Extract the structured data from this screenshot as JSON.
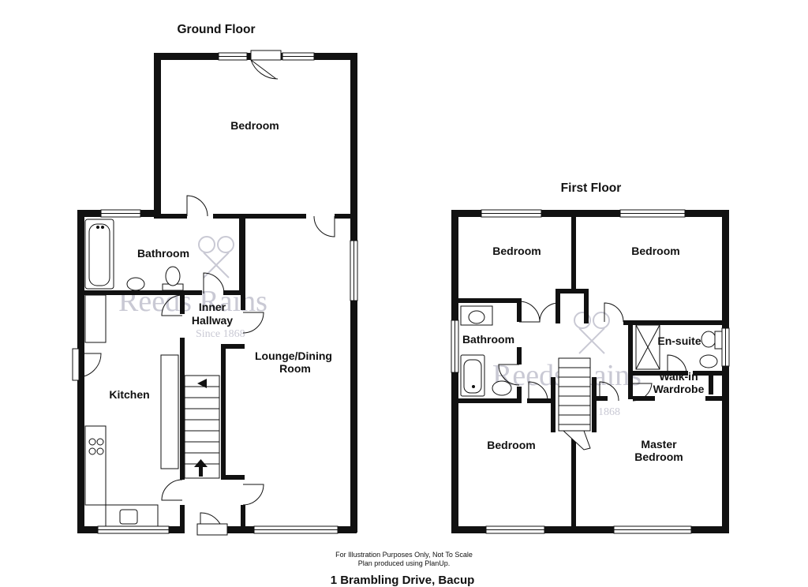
{
  "floors": {
    "ground": {
      "title": "Ground Floor",
      "rooms": {
        "bedroom": "Bedroom",
        "bathroom": "Bathroom",
        "inner_hallway_line1": "Inner",
        "inner_hallway_line2": "Hallway",
        "lounge_line1": "Lounge/Dining",
        "lounge_line2": "Room",
        "kitchen": "Kitchen"
      }
    },
    "first": {
      "title": "First Floor",
      "rooms": {
        "bedroom_top_left": "Bedroom",
        "bedroom_top_right": "Bedroom",
        "bathroom": "Bathroom",
        "ensuite": "En-suite",
        "walkin_line1": "Walk-in",
        "walkin_line2": "Wardrobe",
        "bedroom_bottom_left": "Bedroom",
        "master_line1": "Master",
        "master_line2": "Bedroom"
      }
    }
  },
  "watermark": {
    "left_name": "Reeds Rains",
    "left_since": "Since 1868",
    "right_name": "Reeds Rains",
    "right_since": "1868"
  },
  "footer": {
    "disclaimer_line1": "For Illustration Purposes Only, Not To Scale",
    "disclaimer_line2": "Plan produced using PlanUp.",
    "address": "1 Brambling Drive, Bacup"
  },
  "icons": [
    "stair-arrow-icon",
    "watermark-keys-icon"
  ]
}
